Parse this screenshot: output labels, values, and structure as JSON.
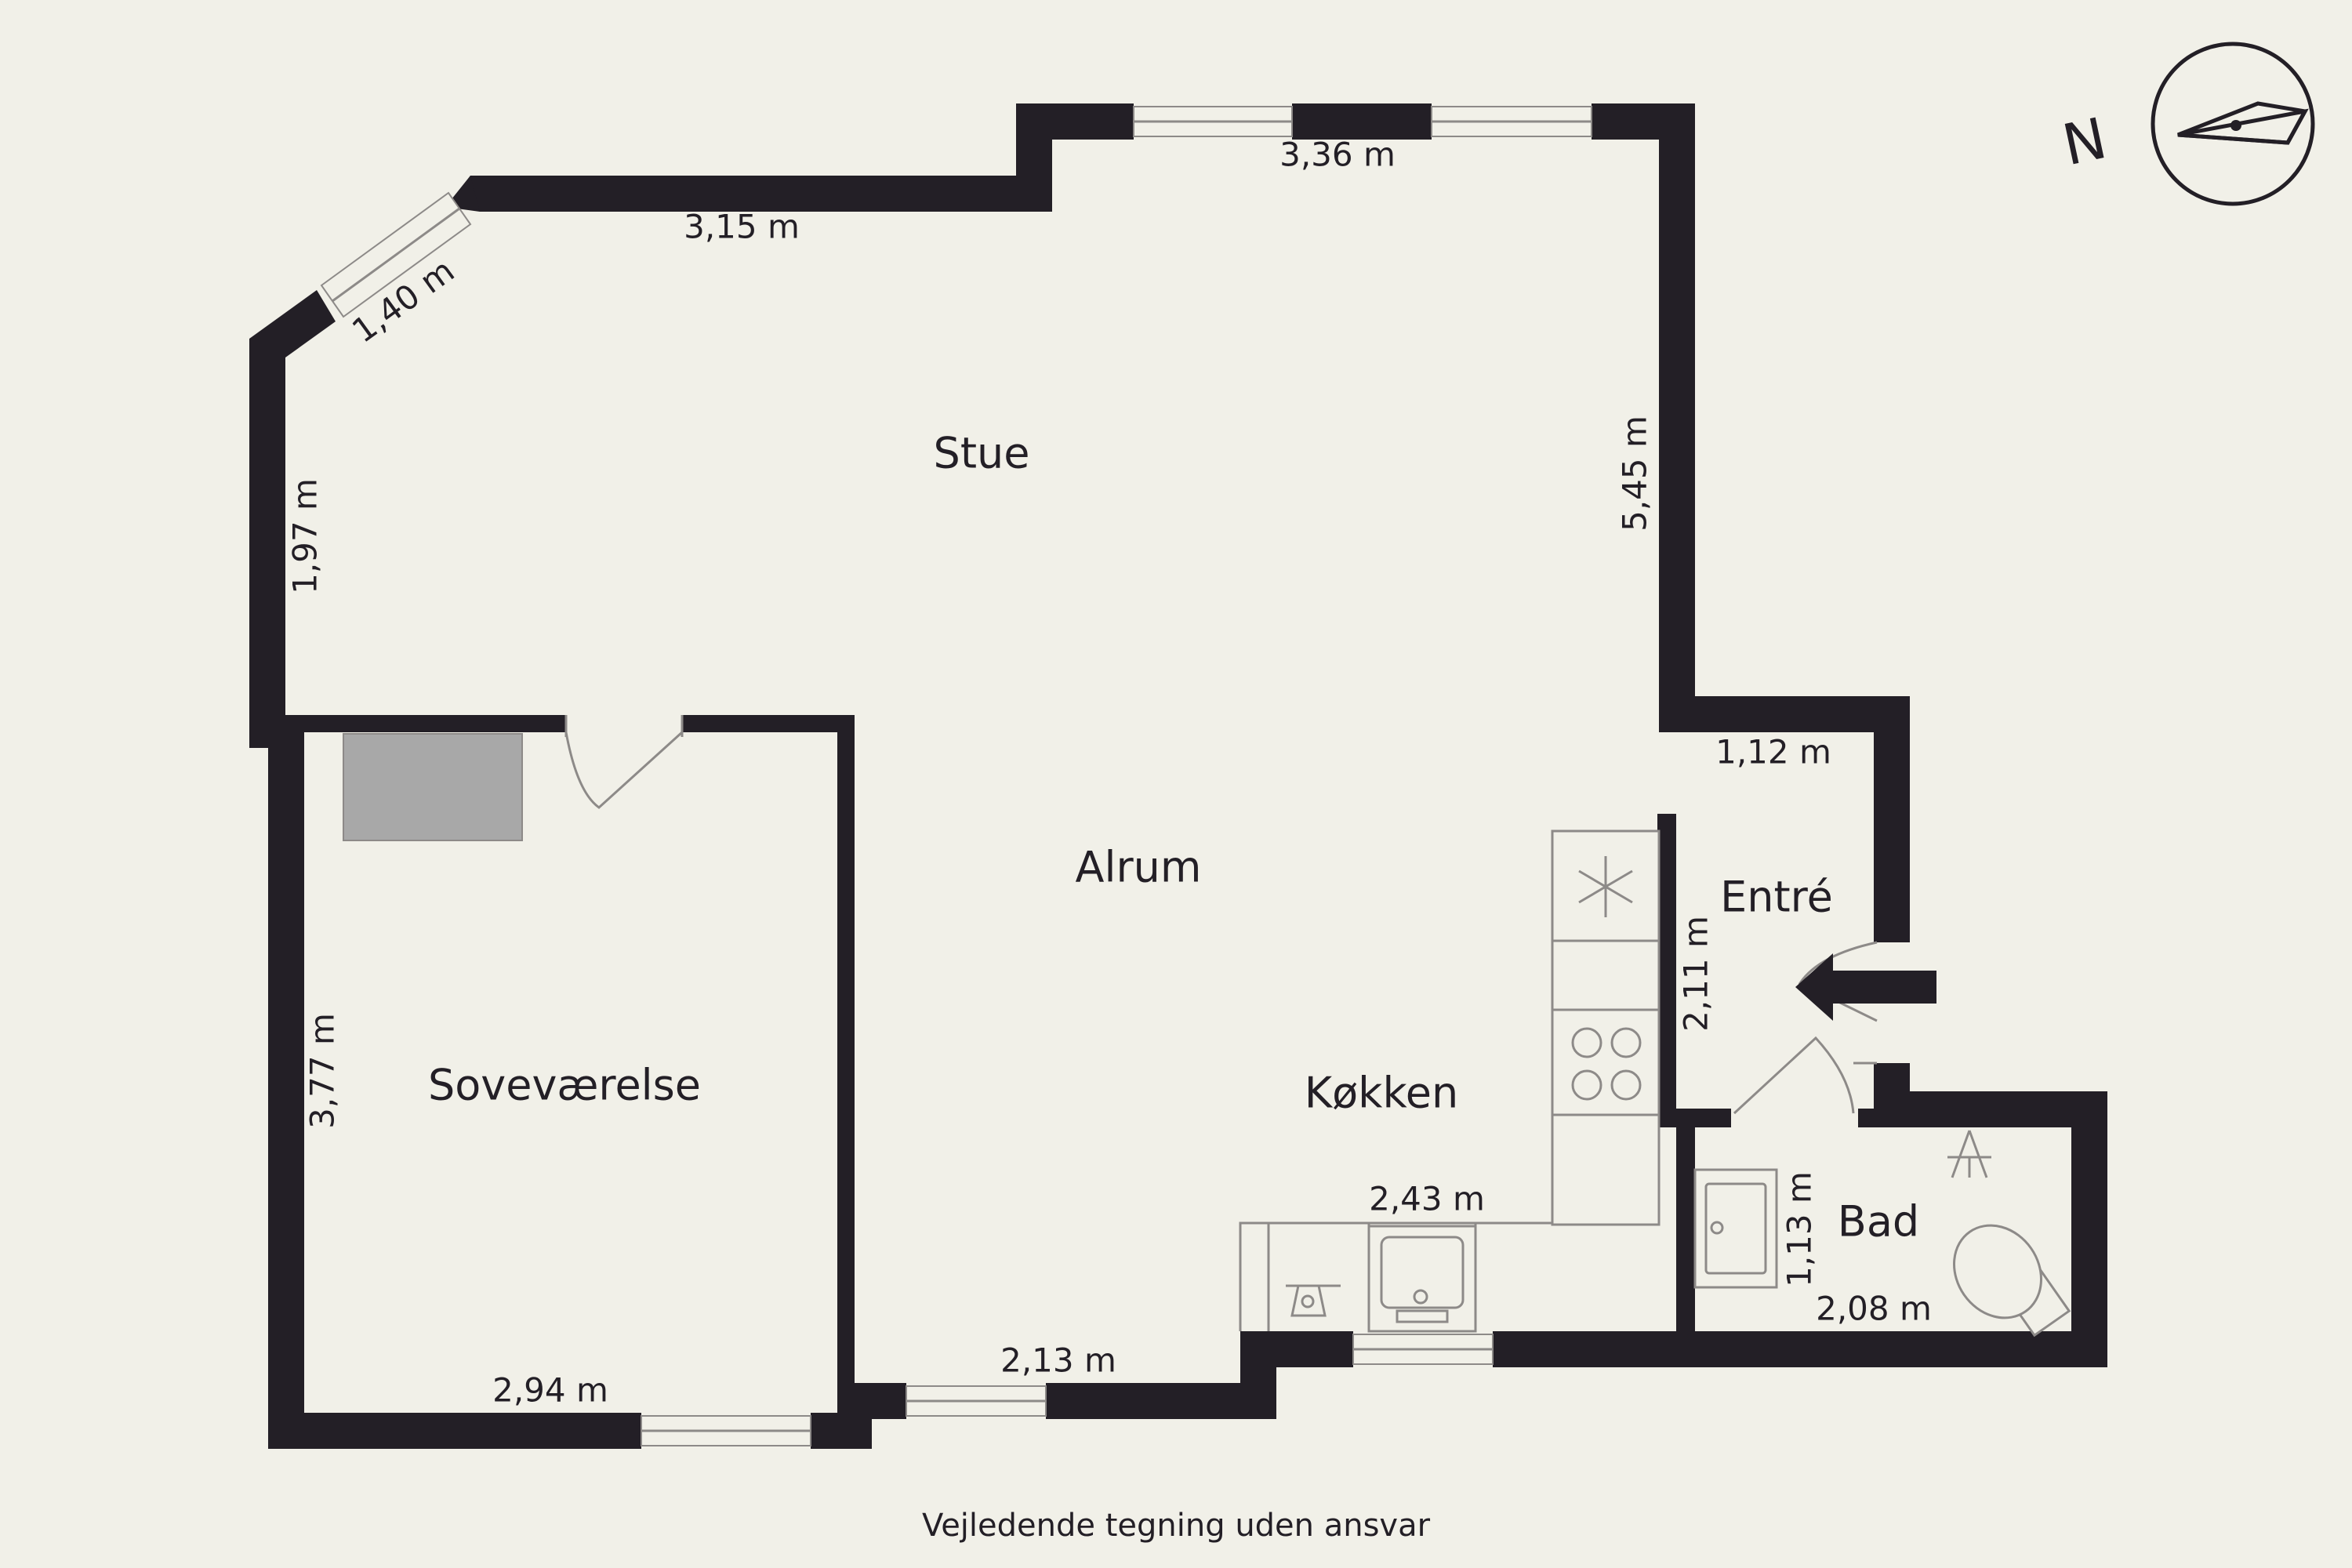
{
  "rooms": {
    "stue": "Stue",
    "alrum": "Alrum",
    "sovevaerelse": "Soveværelse",
    "kokken": "Køkken",
    "entre": "Entré",
    "bad": "Bad"
  },
  "dimensions": {
    "stue_top_right": "3,36 m",
    "stue_top_left": "3,15 m",
    "stue_diagonal": "1,40 m",
    "stue_left": "1,97 m",
    "stue_right": "5,45 m",
    "entre_top": "1,12 m",
    "entre_left": "2,11 m",
    "sovevaerelse_left": "3,77 m",
    "sovevaerelse_bottom": "2,94 m",
    "alrum_bottom": "2,13 m",
    "kokken_counter": "2,43 m",
    "bad_left": "1,13 m",
    "bad_bottom": "2,08 m"
  },
  "compass": {
    "label": "N"
  },
  "caption": "Vejledende tegning uden ansvar",
  "colors": {
    "background": "#f1f0e8",
    "wall": "#231f26",
    "fixture": "#8d8a88",
    "closet": "#a8a8a8"
  }
}
